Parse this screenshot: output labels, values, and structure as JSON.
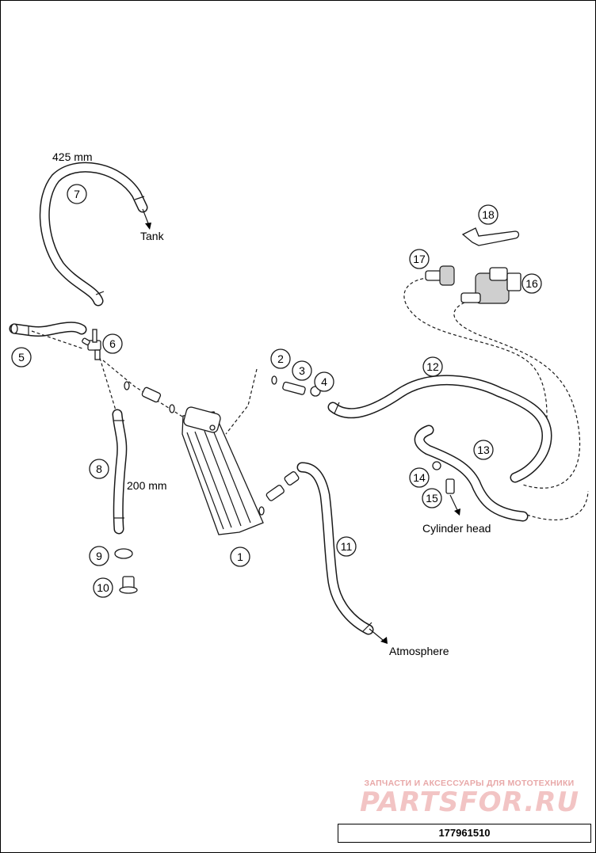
{
  "labels": {
    "length_7": "425 mm",
    "length_8": "200 mm",
    "tank": "Tank",
    "atmosphere": "Atmosphere",
    "cylinder_head": "Cylinder head"
  },
  "callouts": [
    "1",
    "2",
    "3",
    "4",
    "5",
    "6",
    "7",
    "8",
    "9",
    "10",
    "11",
    "12",
    "13",
    "14",
    "15",
    "16",
    "17",
    "18"
  ],
  "watermark": {
    "tagline": "ЗАПЧАСТИ И АКСЕССУАРЫ ДЛЯ МОТОТЕХНИКИ",
    "logo": "PARTSFOR.RU"
  },
  "drawing_number": "177961510"
}
